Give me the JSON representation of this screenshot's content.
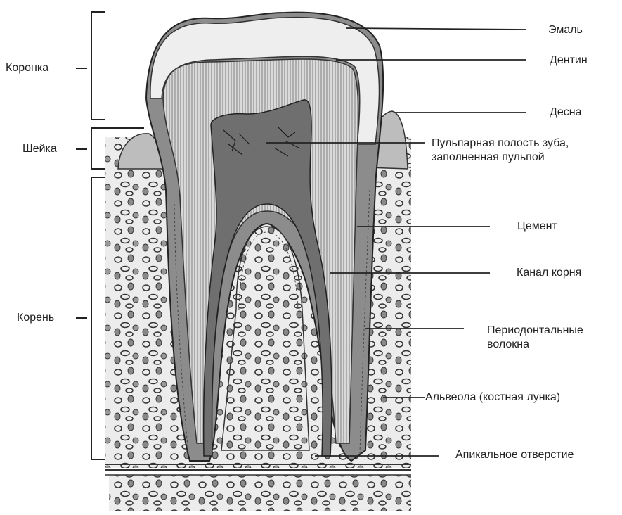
{
  "sections": {
    "crown": "Коронка",
    "neck": "Шейка",
    "root": "Корень"
  },
  "labels": {
    "enamel": "Эмаль",
    "dentin": "Дентин",
    "gum": "Десна",
    "pulp_line1": "Пульпарная полость зуба,",
    "pulp_line2": "заполненная пульпой",
    "cement": "Цемент",
    "root_canal": "Канал корня",
    "periodontal_line1": "Периодонтальные",
    "periodontal_line2": "волокна",
    "alveolus": "Альвеола (костная лунка)",
    "apical": "Апикальное отверстие"
  }
}
